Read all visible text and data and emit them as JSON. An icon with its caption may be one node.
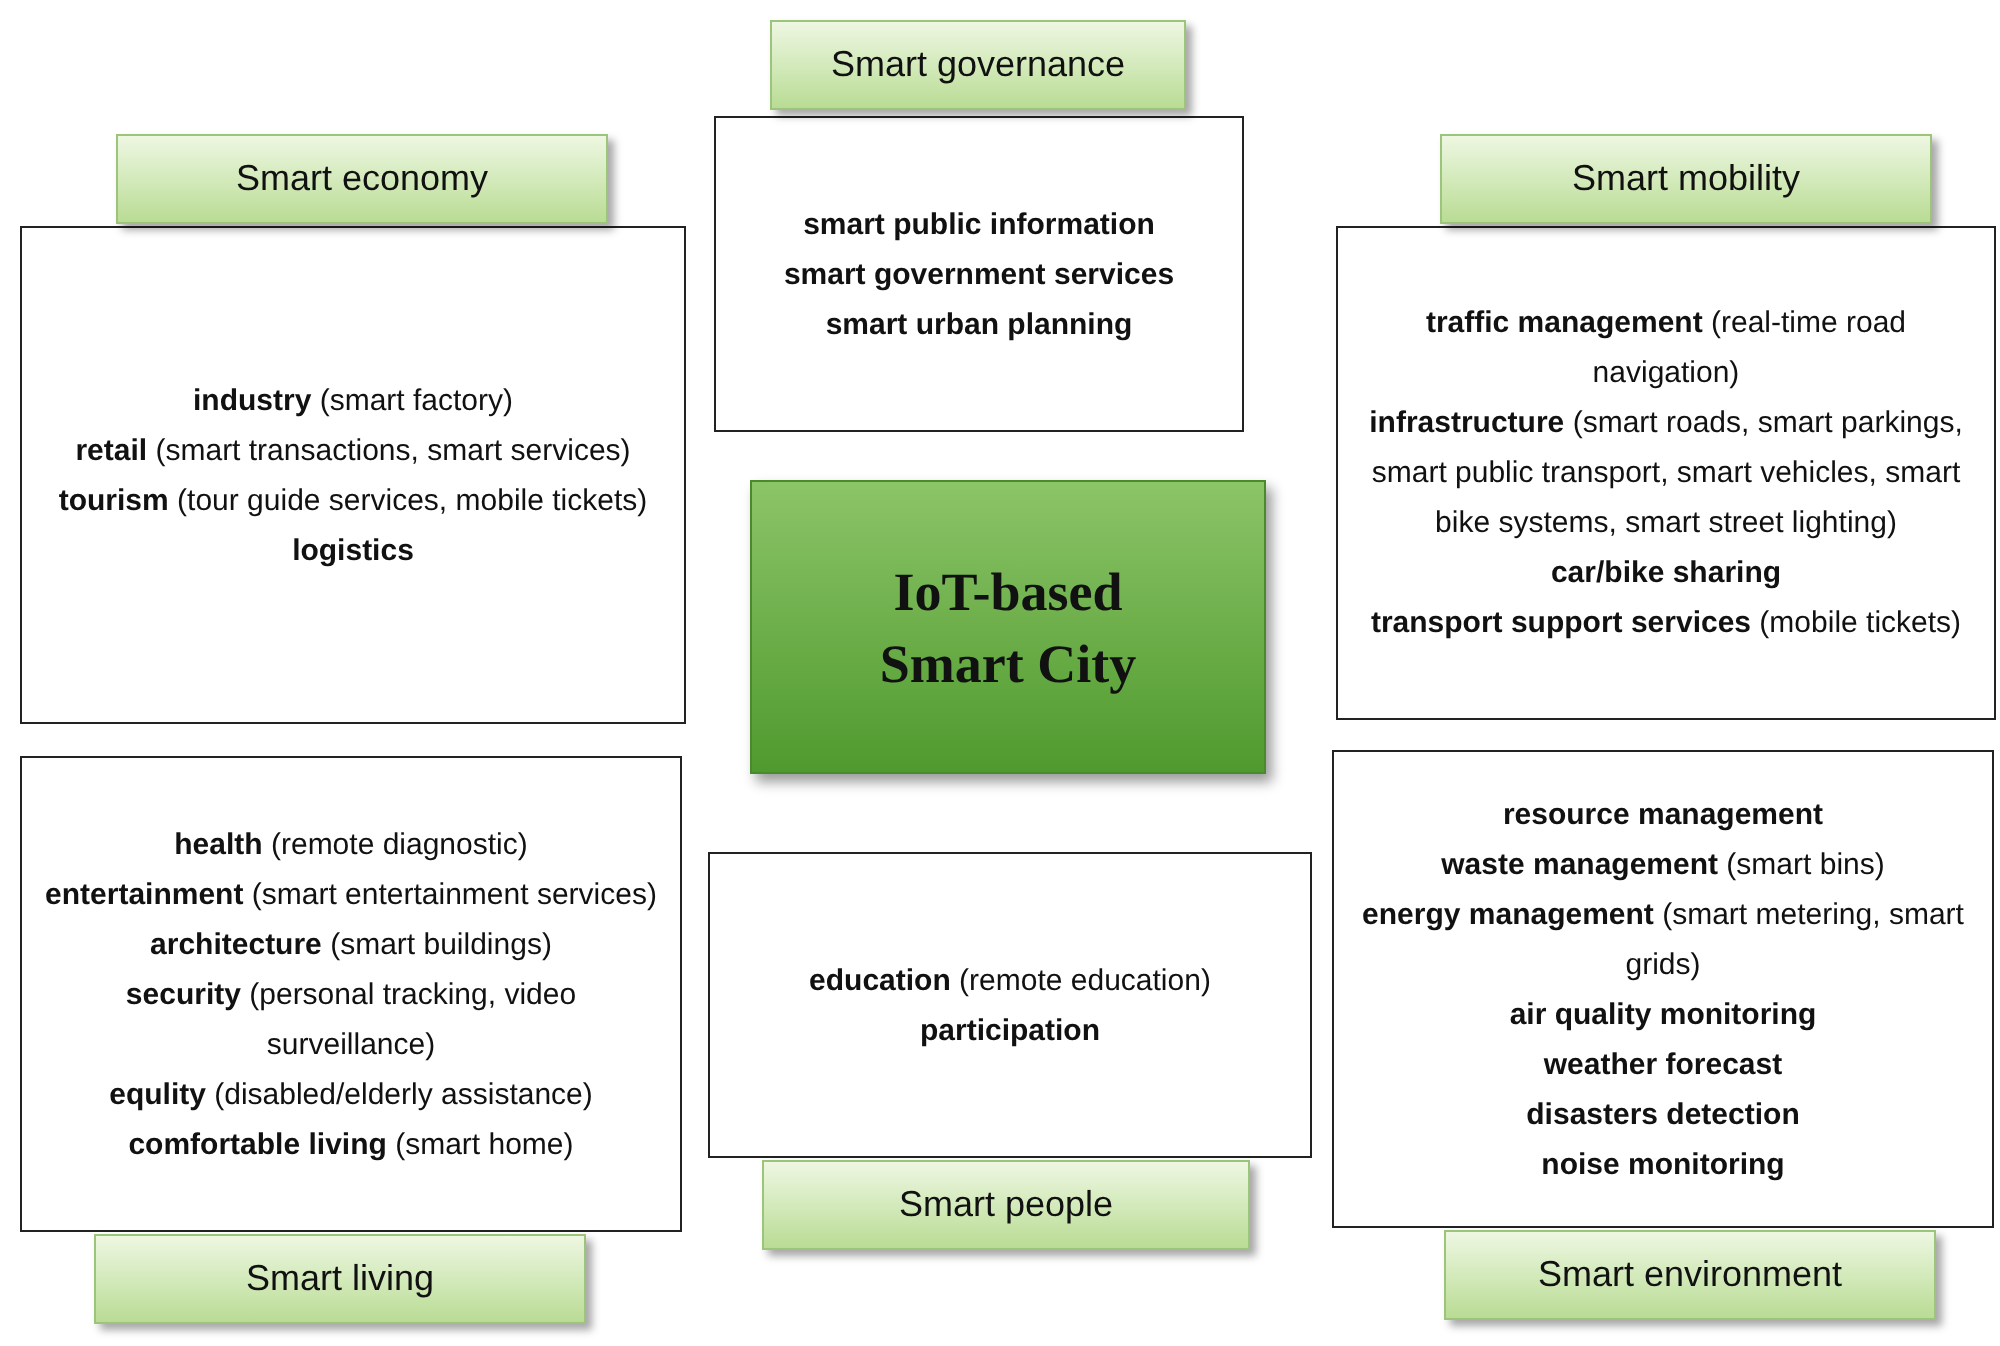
{
  "diagram": {
    "nodes": [
      {
        "text": [
          "Smart governance"
        ]
      },
      {
        "text": [
          "smart public information",
          "smart government services",
          "smart urban planning"
        ]
      },
      {
        "text": [
          "Smart economy"
        ]
      },
      {
        "text": [
          "**industry** (smart factory)",
          "**retail** (smart transactions, smart services)",
          "**tourism** (tour guide services, mobile tickets)",
          "logistics"
        ]
      },
      {
        "text": [
          "Smart mobility"
        ]
      },
      {
        "text": [
          "**traffic management** (real-time road navigation)",
          "**infrastructure** (smart roads, smart parkings, smart public transport, smart vehicles, smart bike systems, smart street lighting)",
          "car/bike sharing",
          "**transport support services** (mobile tickets)"
        ]
      },
      {
        "text": [
          "IoT-based Smart City"
        ]
      },
      {
        "text": [
          "**health** (remote diagnostic)",
          "**entertainment** (smart entertainment services)",
          "**architecture** (smart buildings)",
          "**security** (personal tracking, video surveillance)",
          "**equlity** (disabled/elderly assistance)",
          "**comfortable living** (smart home)"
        ]
      },
      {
        "text": [
          "Smart living"
        ]
      },
      {
        "text": [
          "**education** (remote education)",
          "participation"
        ]
      },
      {
        "text": [
          "Smart people"
        ]
      },
      {
        "text": [
          "resource management",
          "**waste management** (smart bins)",
          "**energy management** (smart metering, smart grids)",
          "air quality monitoring",
          "weather forecast",
          "disasters detection",
          "noise monitoring"
        ]
      },
      {
        "text": [
          "Smart environment"
        ]
      }
    ]
  }
}
